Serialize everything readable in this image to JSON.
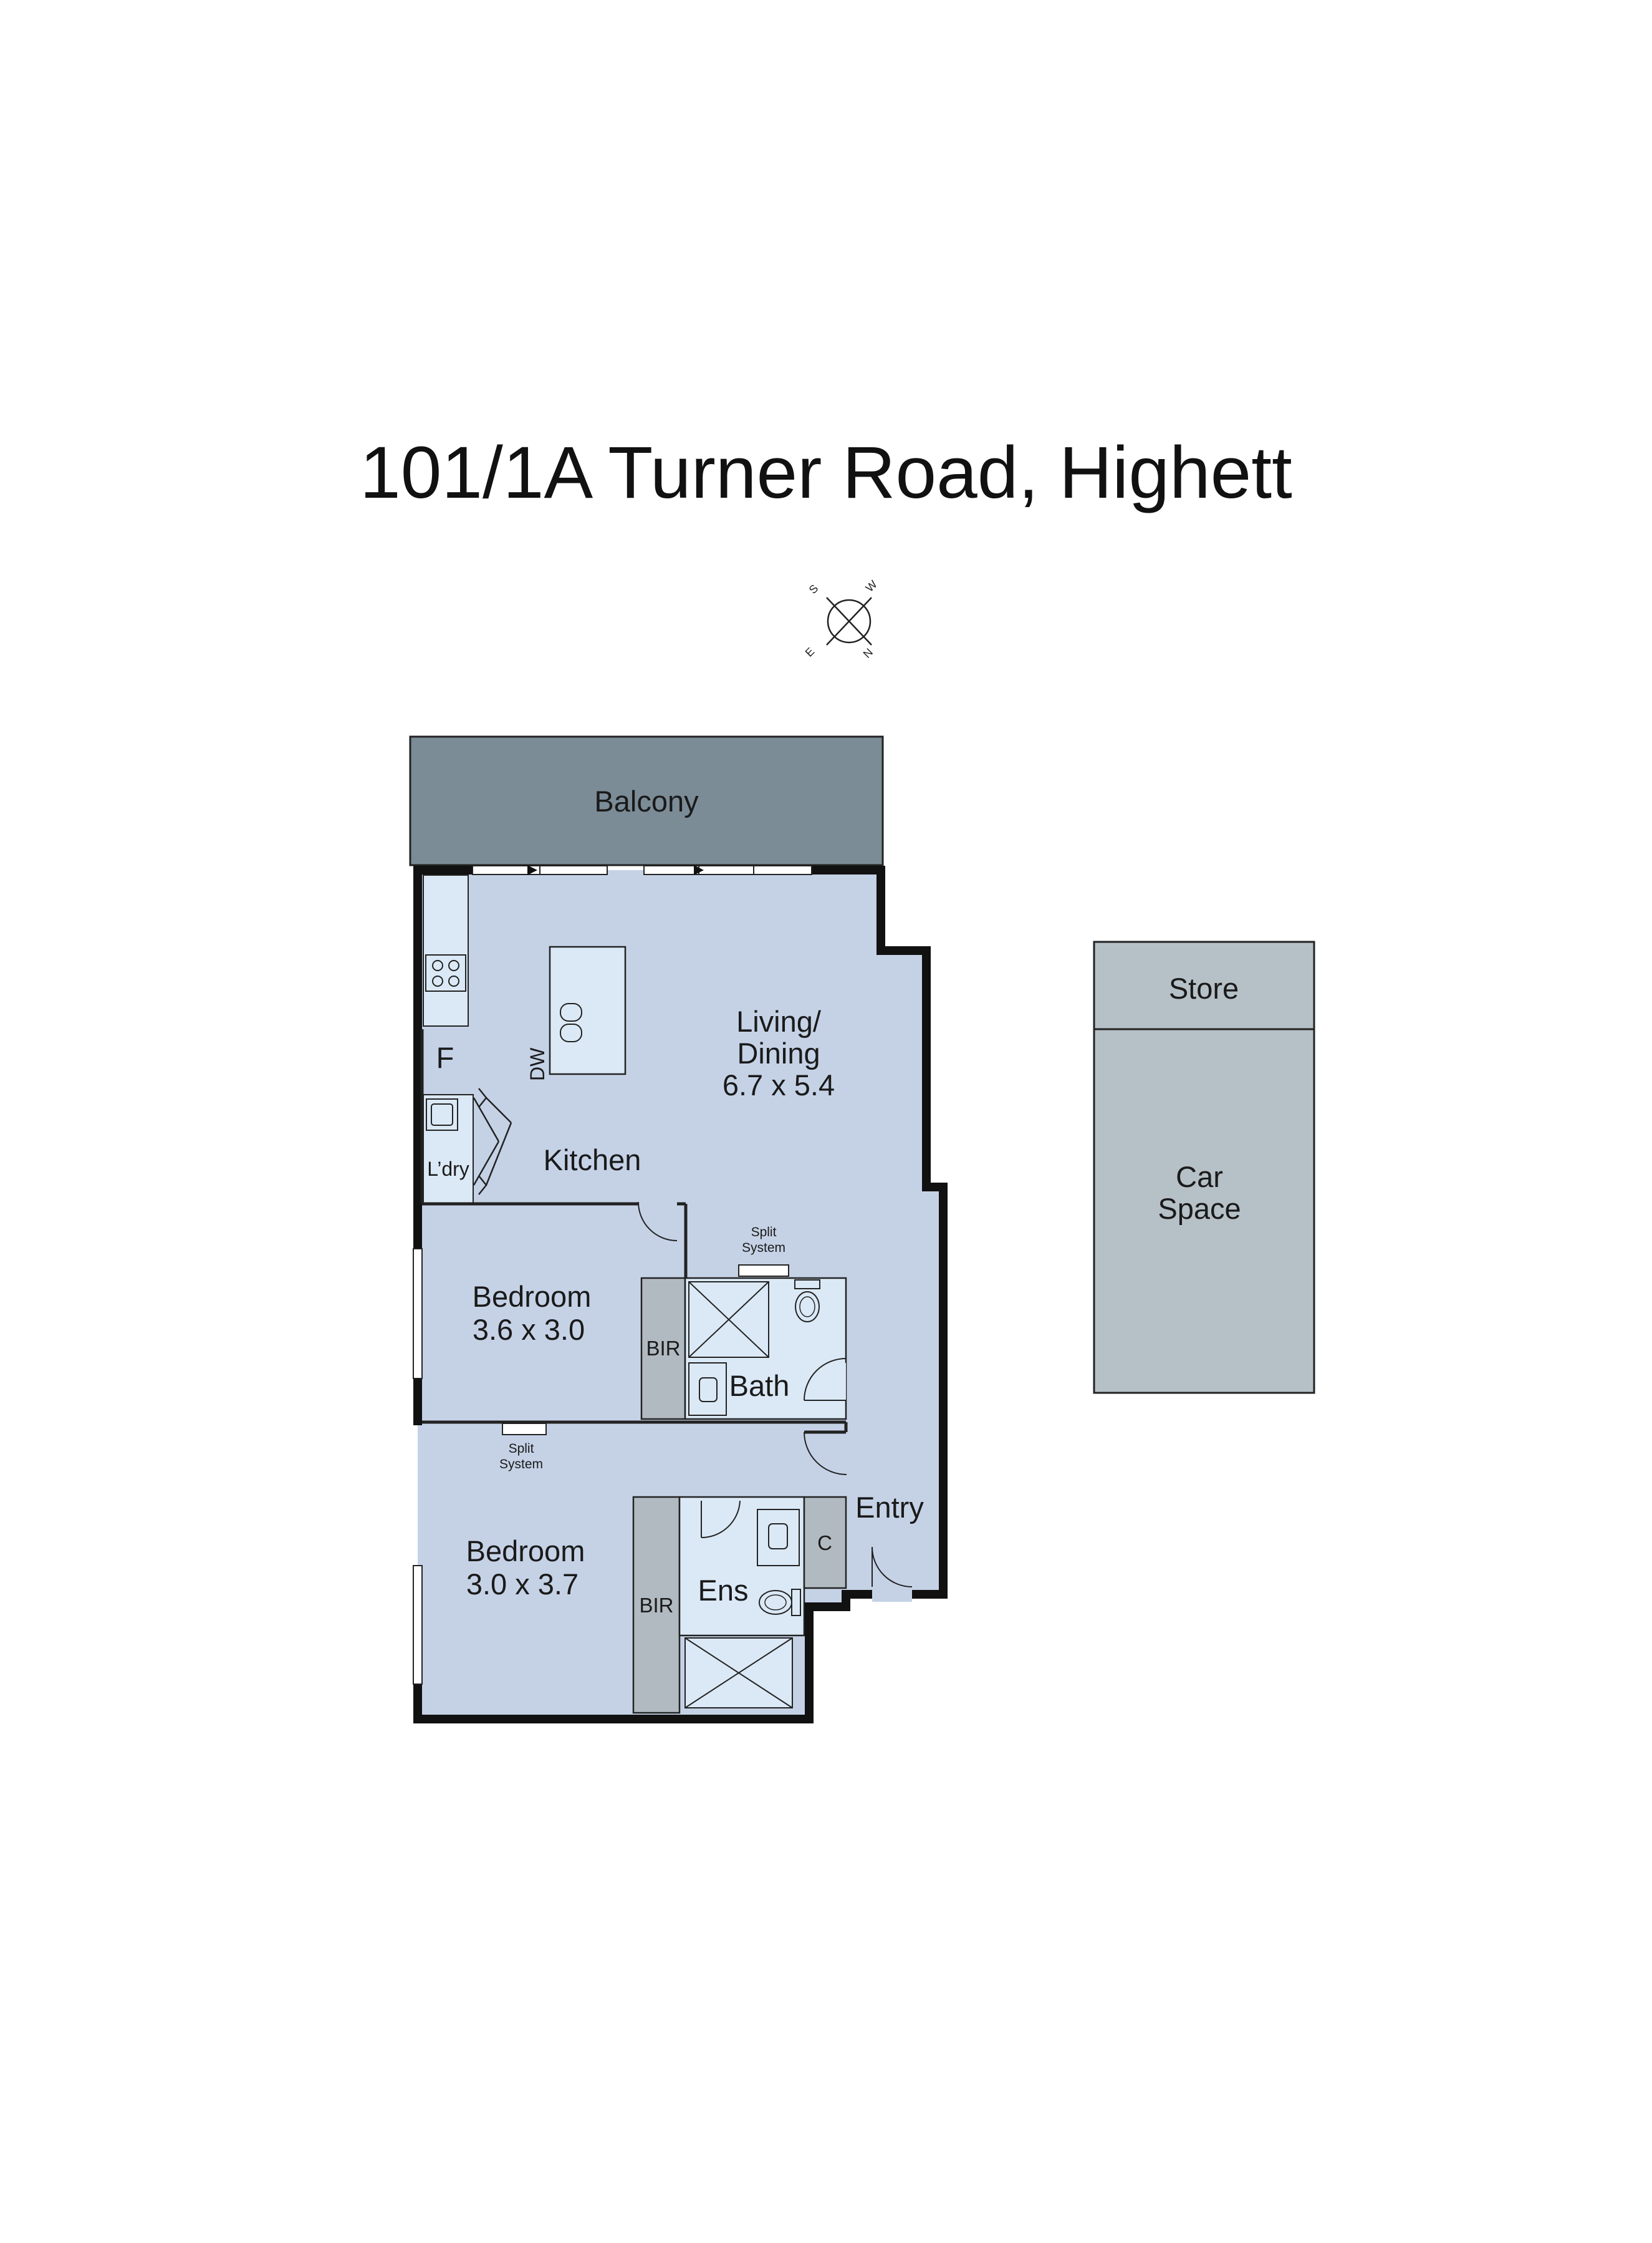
{
  "title": "101/1A Turner Road, Highett",
  "compass": {
    "n": "N",
    "s": "S",
    "e": "E",
    "w": "W"
  },
  "rooms": {
    "balcony": "Balcony",
    "living_line1": "Living/",
    "living_line2": "Dining",
    "living_dims": "6.7 x 5.4",
    "kitchen": "Kitchen",
    "fridge": "F",
    "dishwasher": "DW",
    "laundry": "L’dry",
    "bed1": "Bedroom",
    "bed1_dims": "3.6 x 3.0",
    "bir1": "BIR",
    "bath": "Bath",
    "split1_line1": "Split",
    "split1_line2": "System",
    "split2_line1": "Split",
    "split2_line2": "System",
    "bed2": "Bedroom",
    "bed2_dims": "3.0 x 3.7",
    "bir2": "BIR",
    "ens": "Ens",
    "cupboard": "C",
    "entry": "Entry",
    "store": "Store",
    "car_line1": "Car",
    "car_line2": "Space"
  },
  "colors": {
    "floor": "#c5d2e6",
    "balcony": "#7b8c97",
    "wet": "#dbe9f6",
    "robe": "#b2bac1",
    "car": "#b6c0c7",
    "wall": "#111111"
  }
}
